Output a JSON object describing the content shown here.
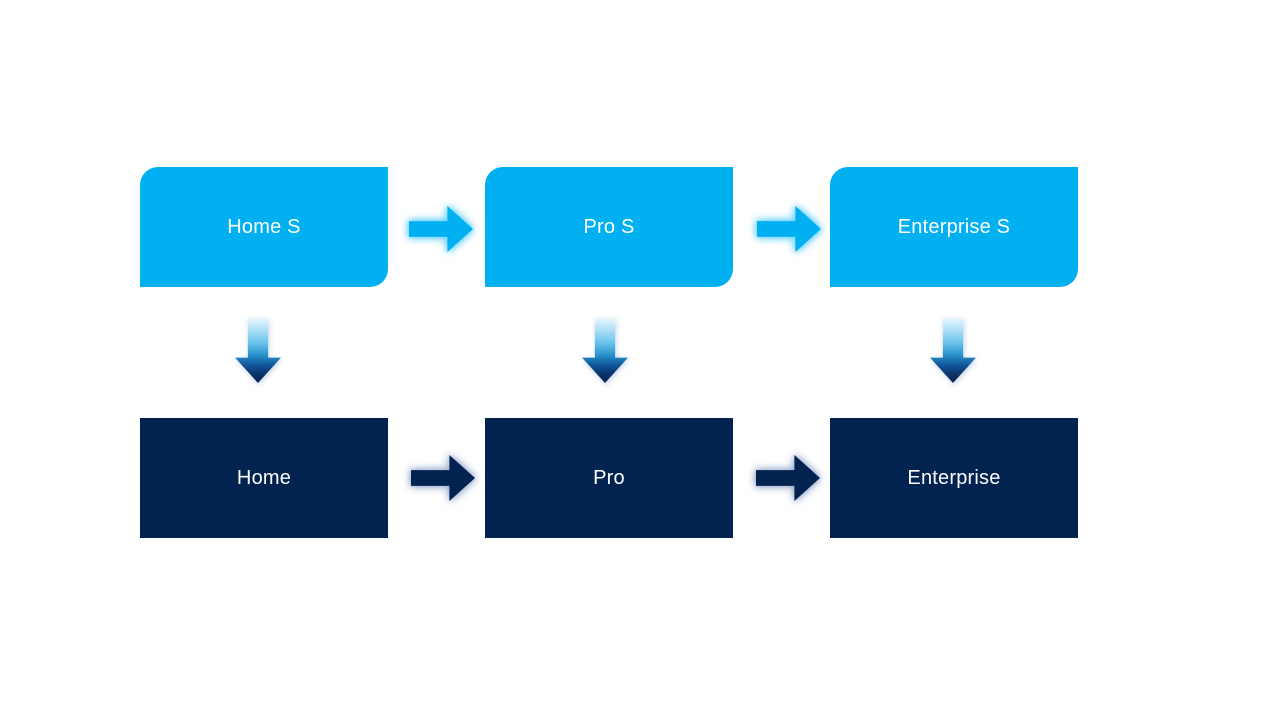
{
  "diagram": {
    "top_row": [
      {
        "label": "Home S"
      },
      {
        "label": "Pro S"
      },
      {
        "label": "Enterprise S"
      }
    ],
    "bottom_row": [
      {
        "label": "Home"
      },
      {
        "label": "Pro"
      },
      {
        "label": "Enterprise"
      }
    ],
    "colors": {
      "light_blue": "#00B0F0",
      "dark_navy": "#02234F",
      "background": "#FFFFFF",
      "down_arrow_gradient_top": "#EAF7FD",
      "down_arrow_gradient_bottom": "#0C2553"
    },
    "icons": {
      "right_arrow": "→",
      "down_arrow": "↓"
    }
  }
}
